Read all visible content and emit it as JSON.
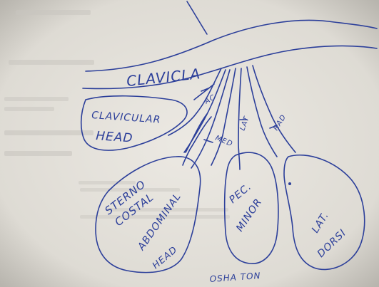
{
  "colors": {
    "paper": "#e9e6e0",
    "ink": "#2c3f9a",
    "faint_print": "#c3c0ba"
  },
  "labels": {
    "clavicle": "CLAVICLA",
    "clavicular_head_1": "CLAVICULAR",
    "clavicular_head_2": "HEAD",
    "ac": "AC",
    "med": "MED",
    "lat_nerve": "LAT",
    "rad": "RAD",
    "sternocostal_1": "STERNO",
    "sternocostal_2": "COSTAL",
    "abdominal_1": "ABDOMINAL",
    "abdominal_2": "HEAD",
    "pec_minor_1": "PEC.",
    "pec_minor_2": "MINOR",
    "lat_dorsi_1": "LAT.",
    "lat_dorsi_2": "DORSI",
    "bottom": "OSHA TON"
  }
}
